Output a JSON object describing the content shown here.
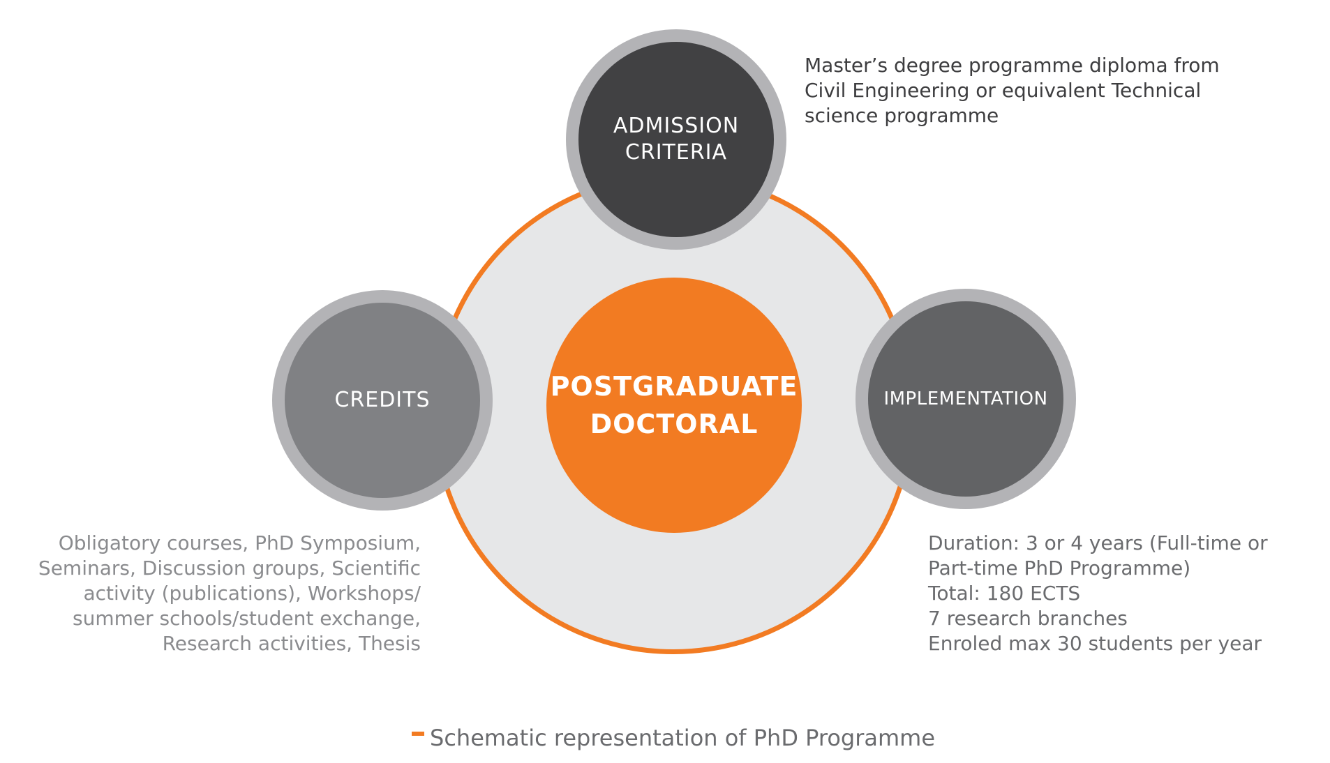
{
  "nodes": {
    "admission": {
      "label": "ADMISSION\nCRITERIA",
      "description": "Master’s degree programme diploma from\nCivil Engineering or equivalent Technical\nscience programme"
    },
    "credits": {
      "label": "CREDITS",
      "description": "Obligatory courses, PhD Symposium,\nSeminars, Discussion groups, Scientific\nactivity (publications), Workshops/\nsummer schools/student exchange,\nResearch activities, Thesis"
    },
    "implementation": {
      "label": "IMPLEMENTATION",
      "description": "Duration: 3 or 4 years (Full-time or\nPart-time PhD Programme)\nTotal: 180 ECTS\n7 research branches\nEnroled max 30 students per year"
    }
  },
  "center": {
    "label": "POSTGRADUATE\nDOCTORAL"
  },
  "caption": {
    "text": "Schematic representation of PhD Programme"
  },
  "colors": {
    "accent": "#f27b22",
    "ring_fill": "#e6e7e8",
    "node_rim": "#b3b3b6",
    "admission_fill": "#414143",
    "credits_fill": "#808184",
    "implementation_fill": "#626365"
  }
}
